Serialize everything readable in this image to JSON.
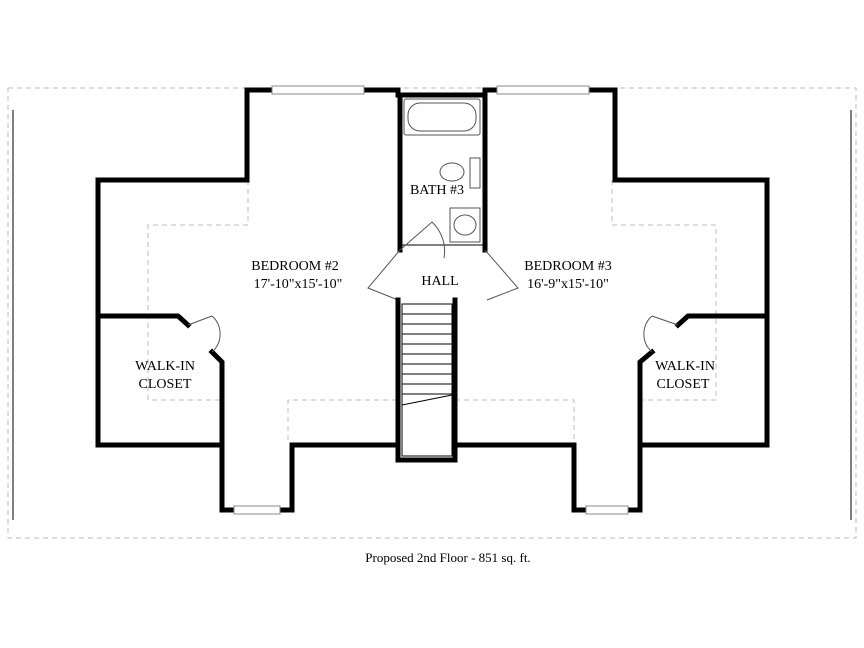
{
  "rooms": {
    "bedroom2": {
      "name": "BEDROOM #2",
      "size": "17'-10\"x15'-10\""
    },
    "bedroom3": {
      "name": "BEDROOM #3",
      "size": "16'-9\"x15'-10\""
    },
    "bath3": {
      "name": "BATH #3"
    },
    "hall": {
      "name": "HALL"
    },
    "closet_left": {
      "line1": "WALK-IN",
      "line2": "CLOSET"
    },
    "closet_right": {
      "line1": "WALK-IN",
      "line2": "CLOSET"
    }
  },
  "caption": "Proposed 2nd Floor - 851 sq. ft."
}
